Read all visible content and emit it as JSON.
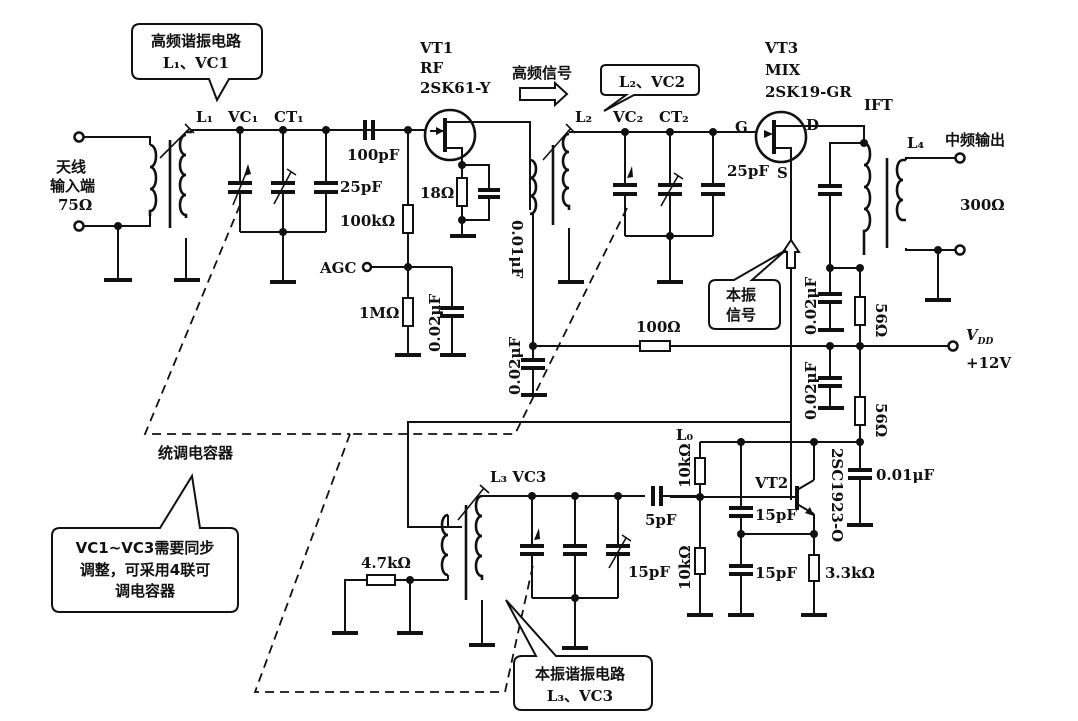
{
  "callouts": {
    "hf_tuning": {
      "line1": "高频谐振电路",
      "line2": "L₁、VC1"
    },
    "l2_vc2": {
      "text": "L₂、VC2"
    },
    "lo_signal": {
      "line1": "本振",
      "line2": "信号"
    },
    "gang_note": {
      "line1": "VC1~VC3需要同步",
      "line2": "调整，可采用4联可",
      "line3": "调电容器"
    },
    "osc_tuning": {
      "line1": "本振谐振电路",
      "line2": "L₃、VC3"
    }
  },
  "labels": {
    "antenna_line1": "天线",
    "antenna_line2": "输入端",
    "antenna_impedance": "75Ω",
    "L1": "L₁",
    "VC1": "VC₁",
    "CT1": "CT₁",
    "C_100pF": "100pF",
    "C_25pF_1": "25pF",
    "R_100k": "100kΩ",
    "AGC": "AGC",
    "R_1M": "1MΩ",
    "C_agc": "0.02μF",
    "VT1_name": "VT1",
    "VT1_role": "RF",
    "VT1_part": "2SK61-Y",
    "hf_signal": "高频信号",
    "R_18": "18Ω",
    "C_001_src": "0.01μF",
    "C_002_L2": "0.02μF",
    "R_100": "100Ω",
    "L2": "L₂",
    "VC2": "VC₂",
    "CT2": "CT₂",
    "C_25pF_2": "25pF",
    "G": "G",
    "D": "D",
    "S": "S",
    "VT3_name": "VT3",
    "VT3_role": "MIX",
    "VT3_part": "2SK19-GR",
    "IFT": "IFT",
    "L4": "L₄",
    "if_out": "中频输出",
    "out_impedance": "300Ω",
    "C_002_ift": "0.02μF",
    "R_56_top": "56Ω",
    "Vdd": "V_DD",
    "Vdd_value": "+12V",
    "C_002_vdd": "0.02μF",
    "R_56_bot": "56Ω",
    "C_001_vt2": "0.01μF",
    "gang_cap": "统调电容器",
    "L0": "L₀",
    "R_10k_top": "10kΩ",
    "R_10k_bot": "10kΩ",
    "VT2_name": "VT2",
    "VT2_part": "2SC1923-O",
    "C_15pF_a": "15pF",
    "C_15pF_b": "15pF",
    "R_3_3k": "3.3kΩ",
    "C_5pF": "5pF",
    "L3_VC3": "L₃ VC3",
    "C_15pF_trim": "15pF",
    "R_4_7k": "4.7kΩ"
  }
}
